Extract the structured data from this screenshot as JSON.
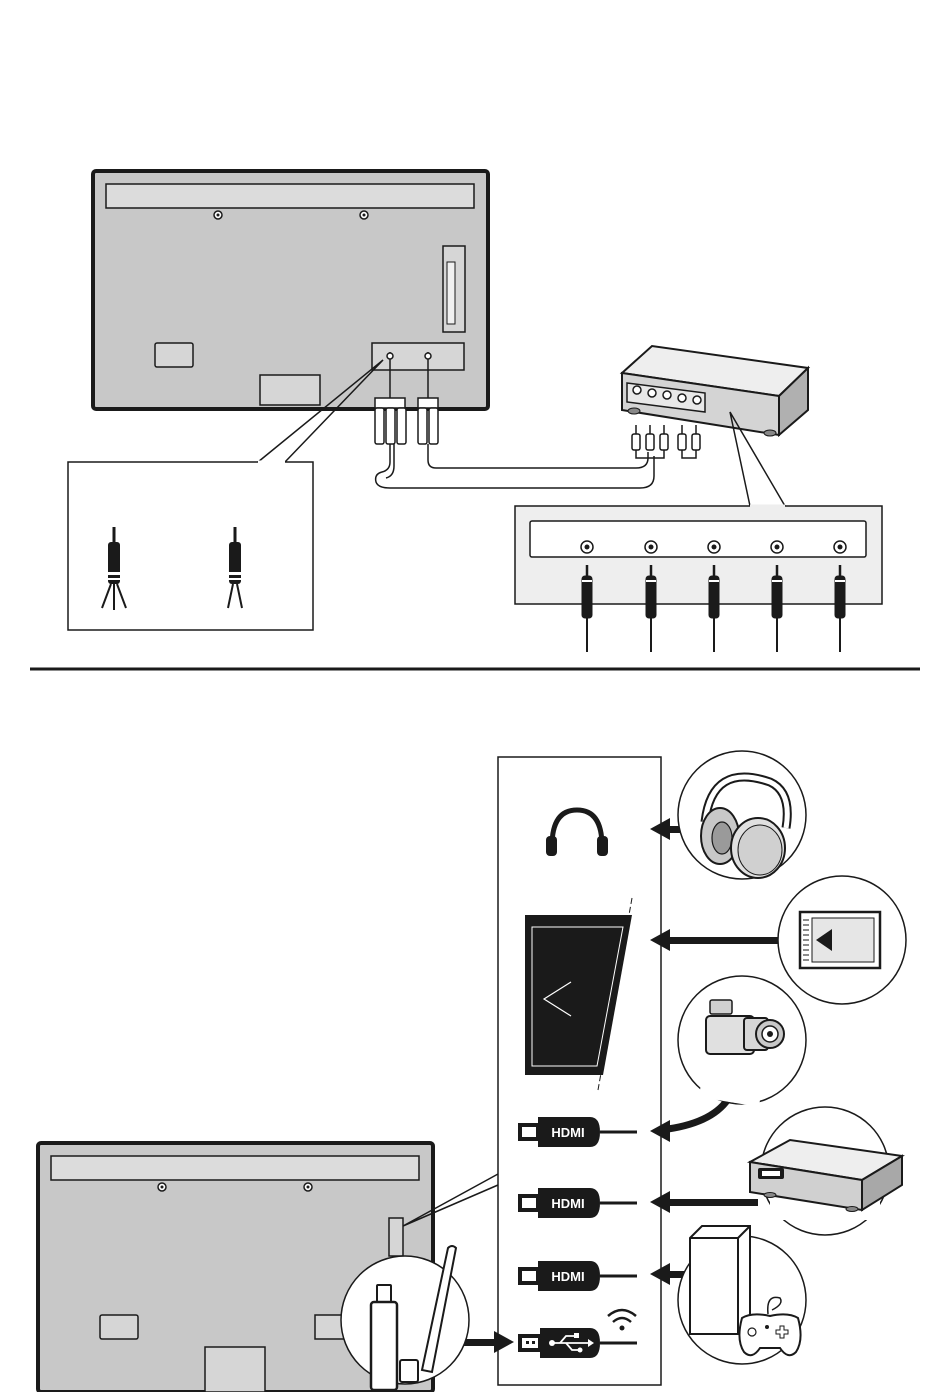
{
  "labels": {
    "hdmi_1": "HDMI",
    "hdmi_2": "HDMI",
    "hdmi_3": "HDMI"
  },
  "icons": {
    "headphone": "headphone-icon",
    "ci_slot": "ci-slot-icon",
    "usb": "usb-icon",
    "wifi": "wifi-icon",
    "camcorder": "camcorder-icon",
    "set_top_box": "set-top-box-icon",
    "game_console": "game-console-icon",
    "wifi_dongle": "wifi-dongle-icon",
    "ci_card": "ci-card-icon",
    "headphones": "headphones-icon"
  },
  "colors": {
    "line": "#1a1a1a",
    "tv_back": "#c8c8c8",
    "panel_light": "#e6e6e6",
    "slot_dark": "#1a1a1a",
    "white": "#ffffff"
  }
}
